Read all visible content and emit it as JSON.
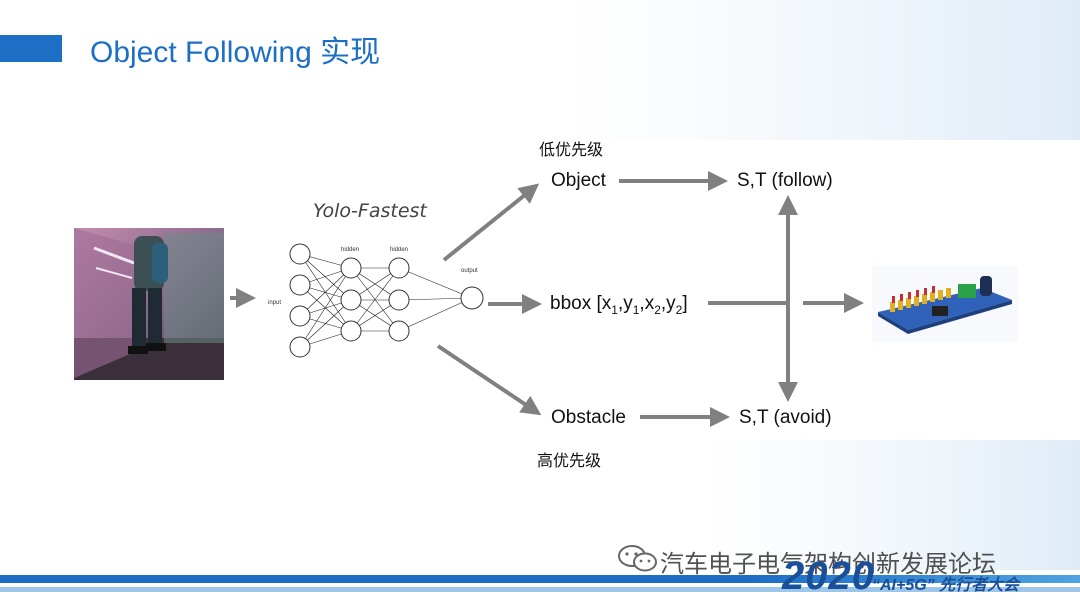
{
  "slide": {
    "title": "Object Following 实现"
  },
  "network": {
    "name": "Yolo-Fastest",
    "input_label": "input",
    "hidden_label_1": "hidden",
    "hidden_label_2": "hidden",
    "output_label": "output"
  },
  "branches": {
    "object": {
      "priority": "低优先级",
      "label": "Object",
      "result": "S,T (follow)"
    },
    "bbox": {
      "label": "bbox [x",
      "sub1": "1",
      "sep1": ",y",
      "sub2": "1",
      "sep2": ",x",
      "sub3": "2",
      "sep3": ",y",
      "sub4": "2",
      "end": "]"
    },
    "obstacle": {
      "priority": "高优先级",
      "label": "Obstacle",
      "result": "S,T (avoid)"
    }
  },
  "footer": {
    "channel": "汽车电子电气架构创新发展论坛",
    "year": "2020",
    "slogan": "“AI+5G” 先行者大会"
  },
  "colors": {
    "accent": "#1d6fc6",
    "arrow": "#808080"
  }
}
